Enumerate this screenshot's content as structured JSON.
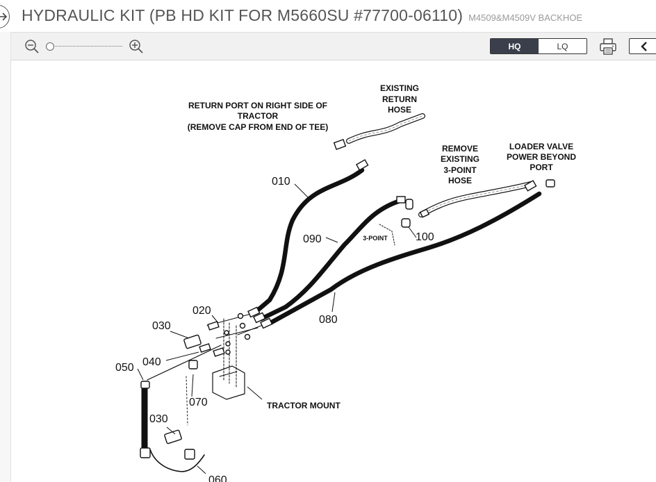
{
  "header": {
    "title": "HYDRAULIC KIT (PB HD KIT FOR M5660SU #77700-06110)",
    "subtitle": "M4509&M4509V BACKHOE"
  },
  "toolbar": {
    "hq_label": "HQ",
    "lq_label": "LQ",
    "selected_quality": "HQ",
    "zoom_level": 0
  },
  "diagram": {
    "labels": {
      "return_port": [
        "RETURN PORT ON RIGHT SIDE OF",
        "TRACTOR",
        "(REMOVE CAP FROM END OF TEE)"
      ],
      "existing_return": [
        "EXISTING",
        "RETURN",
        "HOSE"
      ],
      "remove_existing": [
        "REMOVE",
        "EXISTING",
        "3-POINT",
        "HOSE"
      ],
      "loader_valve": [
        "LOADER VALVE",
        "POWER BEYOND",
        "PORT"
      ],
      "three_point": "3-POINT",
      "tractor_mount": "TRACTOR MOUNT"
    },
    "parts": {
      "p010": "010",
      "p090": "090",
      "p100": "100",
      "p080": "080",
      "p020": "020",
      "p030a": "030",
      "p040": "040",
      "p050": "050",
      "p070": "070",
      "p030b": "030",
      "p060": "060"
    }
  }
}
